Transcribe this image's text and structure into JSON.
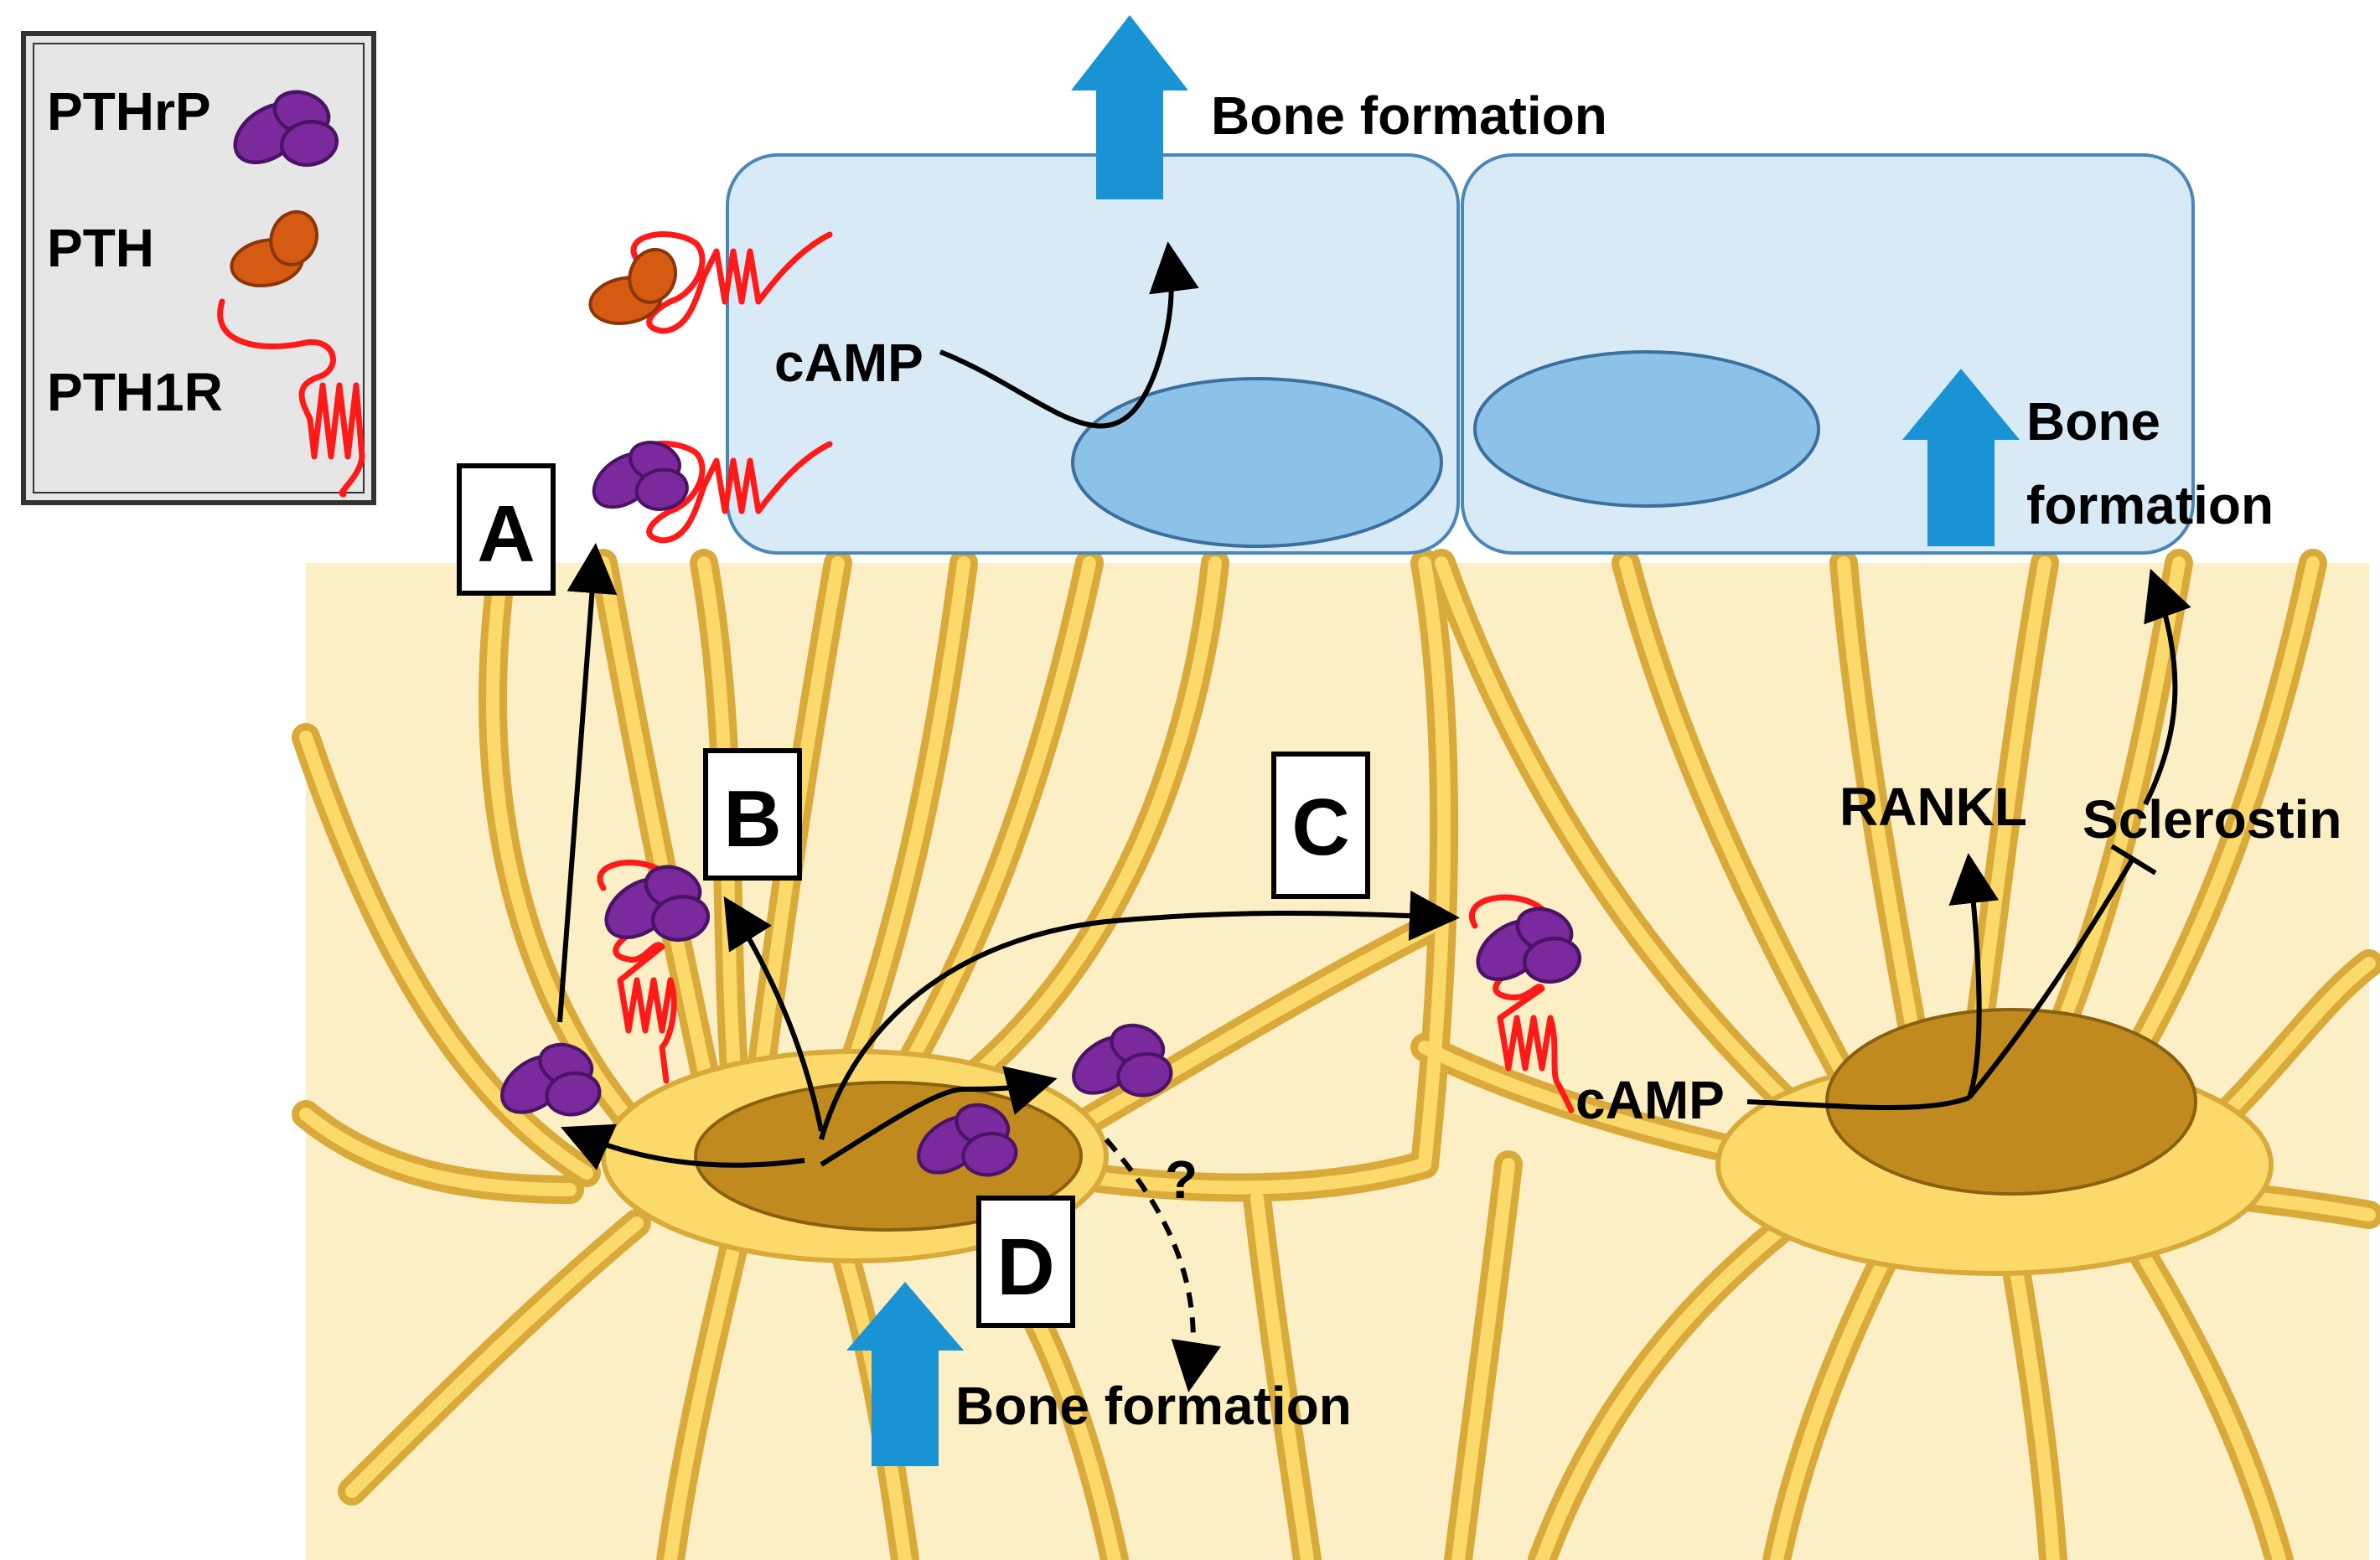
{
  "legend": {
    "items": [
      {
        "label": "PTHrP",
        "icon": "pthrp-icon"
      },
      {
        "label": "PTH",
        "icon": "pth-icon"
      },
      {
        "label": "PTH1R",
        "icon": "pth1r-icon"
      }
    ]
  },
  "labels": {
    "bone_formation_top": "Bone formation",
    "bone_formation_right_1": "Bone",
    "bone_formation_right_2": "formation",
    "bone_formation_bottom": "Bone formation",
    "camp_top": "cAMP",
    "camp_right": "cAMP",
    "rankl": "RANKL",
    "sclerostin": "Sclerostin",
    "question": "?"
  },
  "panels": {
    "a": "A",
    "b": "B",
    "c": "C",
    "d": "D"
  },
  "colors": {
    "pthrp": "#7b2a9e",
    "pth": "#d55a12",
    "pth1r": "#ff1a1a",
    "osteoblast_fill": "#d9eaf7",
    "osteoblast_nucleus": "#8cc2e8",
    "bone_matrix": "#fdefc5",
    "osteocyte": "#fbd96a",
    "osteocyte_nucleus": "#c08a1e",
    "up_arrow": "#1a93d4"
  }
}
